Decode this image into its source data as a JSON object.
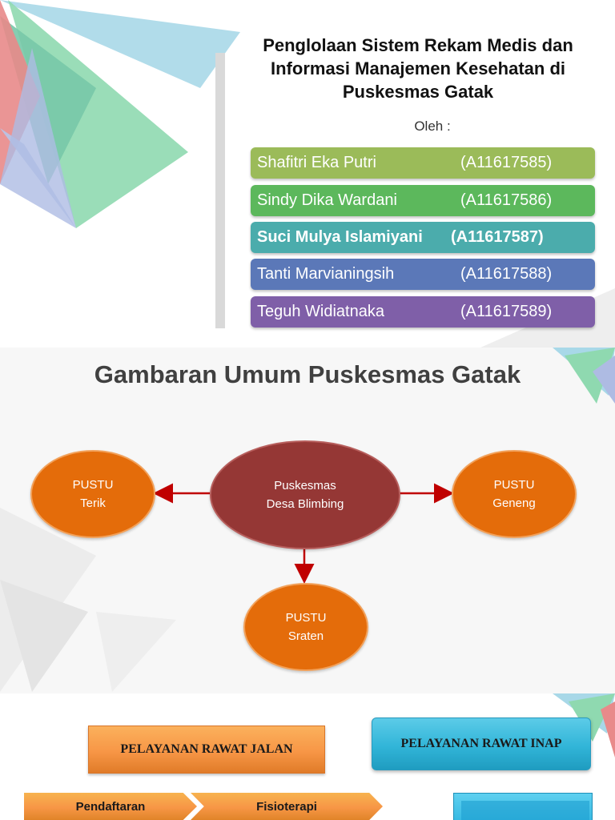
{
  "slide1": {
    "title_lines": [
      "Penglolaan Sistem Rekam Medis dan",
      "Informasi Manajemen Kesehatan di",
      "Puskesmas Gatak"
    ],
    "by_label": "Oleh :",
    "members": [
      {
        "name": "Shafitri Eka Putri",
        "nim": "(A11617585)",
        "color": "#9bbb59"
      },
      {
        "name": "Sindy Dika Wardani",
        "nim": "(A11617586)",
        "color": "#5cb85c"
      },
      {
        "name": "Suci Mulya Islamiyani",
        "nim": "(A11617587)",
        "color": "#4bacac"
      },
      {
        "name": "Tanti Marvianingsih",
        "nim": "(A11617588)",
        "color": "#5b78b8"
      },
      {
        "name": "Teguh Widiatnaka",
        "nim": "(A11617589)",
        "color": "#7f5fa8"
      }
    ]
  },
  "slide2": {
    "title": "Gambaran Umum Puskesmas Gatak",
    "nodes": {
      "center": {
        "line1": "Puskesmas",
        "line2": "Desa Blimbing"
      },
      "left": {
        "line1": "PUSTU",
        "line2": "Terik"
      },
      "right": {
        "line1": "PUSTU",
        "line2": "Geneng"
      },
      "bottom": {
        "line1": "PUSTU",
        "line2": "Sraten"
      }
    },
    "colors": {
      "pustu": "#e46c0a",
      "center": "#953735",
      "arrow": "#c00000"
    }
  },
  "slide3": {
    "rawat_jalan": "PELAYANAN RAWAT JALAN",
    "rawat_inap": "PELAYANAN RAWAT INAP",
    "steps": [
      "Pendaftaran",
      "Fisioterapi"
    ]
  }
}
